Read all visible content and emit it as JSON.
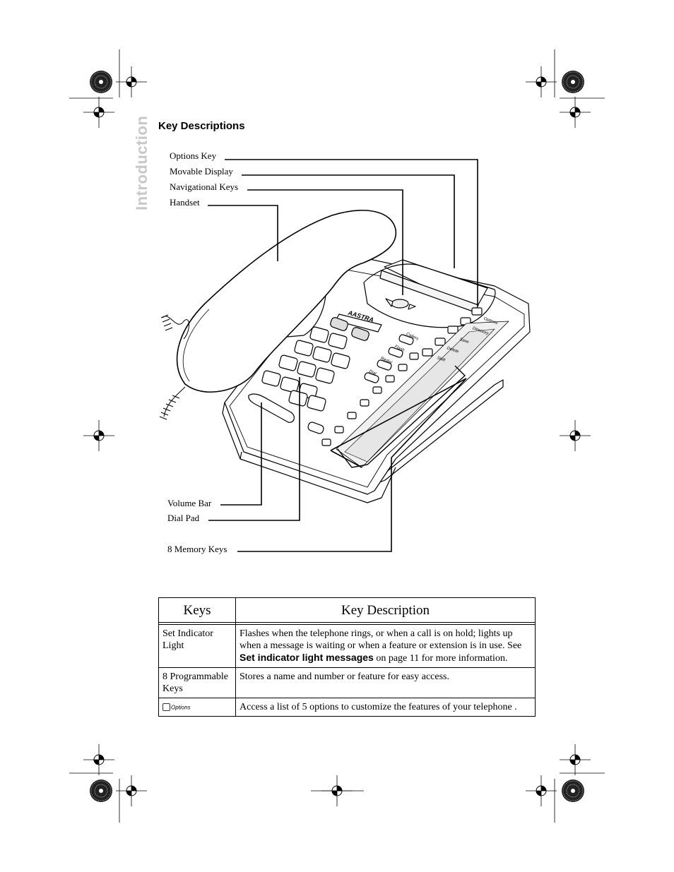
{
  "side_tab": "Introduction",
  "heading": "Key Descriptions",
  "callouts": {
    "options_key": "Options Key",
    "movable_display": "Movable Display",
    "navigational_keys": "Navigational Keys",
    "handset": "Handset",
    "volume_bar": "Volume Bar",
    "dial_pad": "Dial Pad",
    "memory_keys": "8 Memory Keys"
  },
  "phone_labels": {
    "brand": "AASTRA",
    "options": "Options",
    "directory": "Directory",
    "save": "Save",
    "delete": "Delete",
    "shift": "Shift",
    "callers": "Callers",
    "flash": "Flash",
    "redial": "Redial",
    "dial": "Dial"
  },
  "table": {
    "headers": [
      "Keys",
      "Key Description"
    ],
    "rows": [
      {
        "key": "Set Indicator Light",
        "desc_before": "Flashes when the telephone rings, or when a call is on hold; lights up when a message is waiting or when a feature or extension is in use. See ",
        "desc_bold": "Set indicator light messages",
        "desc_after": " on page 11 for more information."
      },
      {
        "key": "8 Programmable Keys",
        "desc": "Stores a name and number or feature for easy access."
      },
      {
        "key_icon": "options-key-icon",
        "key_text": "Options",
        "desc": "Access a list of 5 options  to customize the features of your telephone ."
      }
    ]
  }
}
